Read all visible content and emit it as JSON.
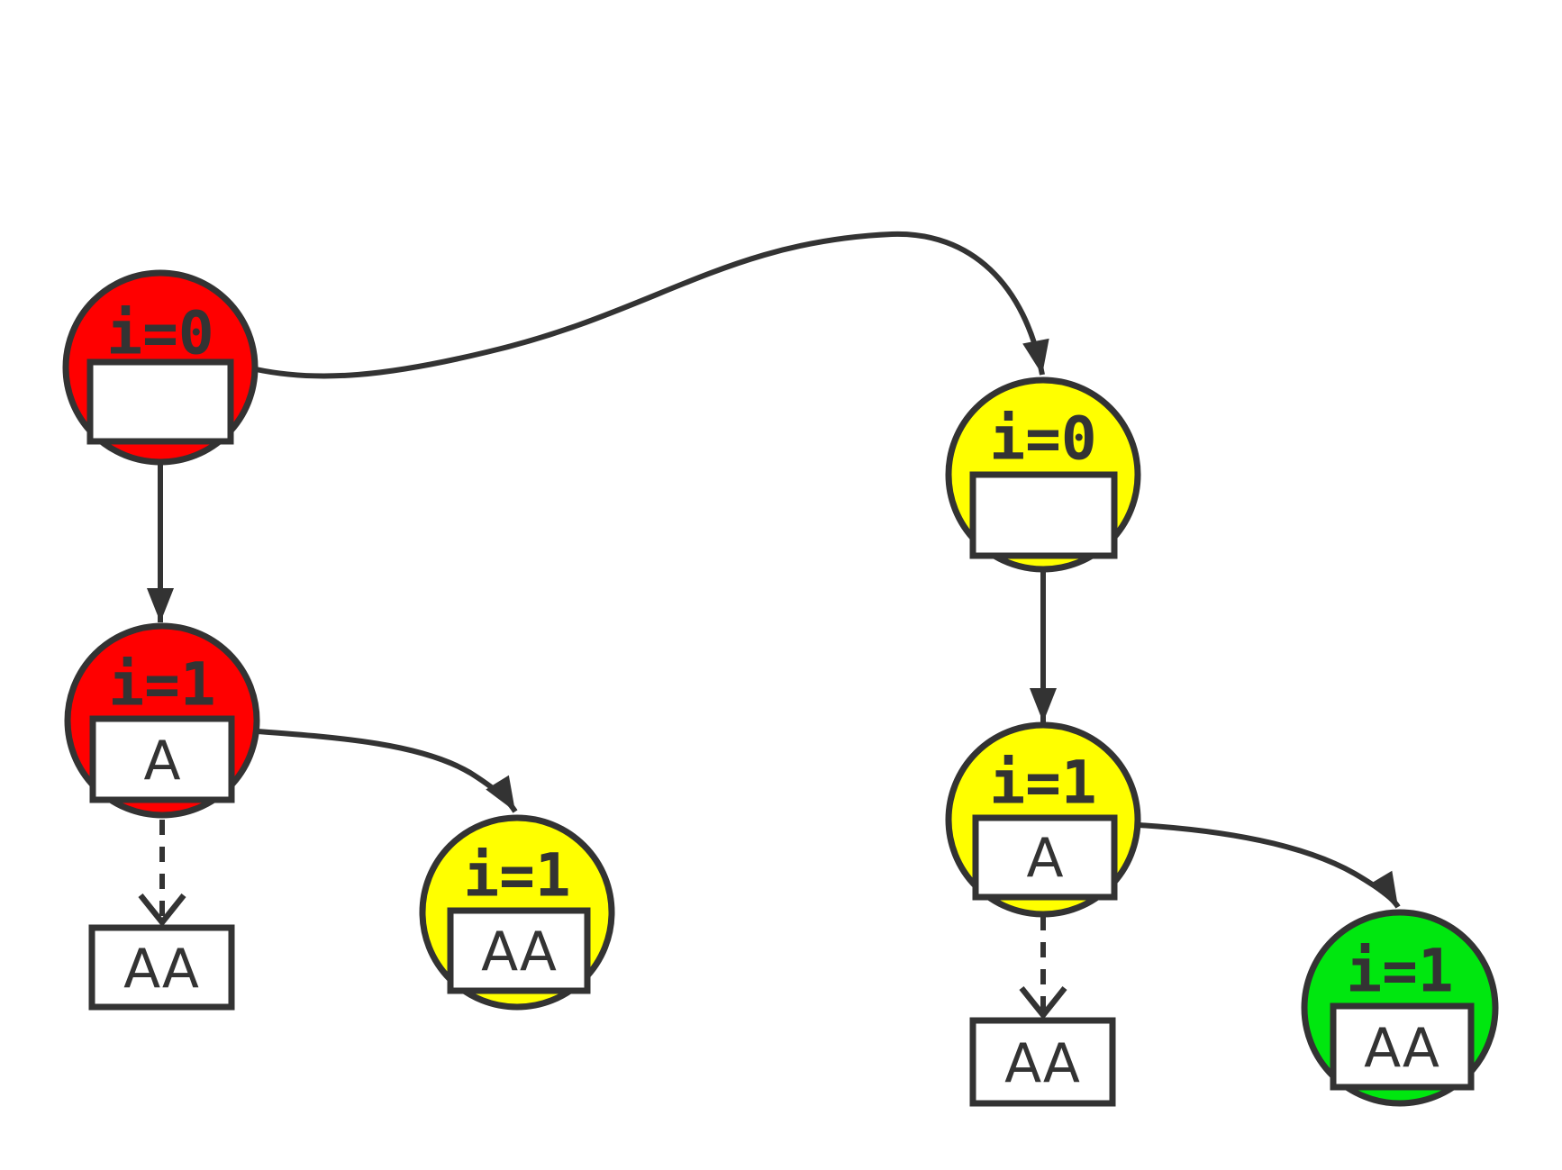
{
  "diagram": {
    "colors": {
      "red": "#ff0000",
      "yellow": "#ffff00",
      "green": "#00e70f",
      "stroke": "#333333",
      "text": "#333333",
      "background": "#ffffff"
    },
    "nodes": [
      {
        "id": "red-i0",
        "label": "i=0",
        "box_text": "",
        "color": "red"
      },
      {
        "id": "red-i1",
        "label": "i=1",
        "box_text": "A",
        "color": "red"
      },
      {
        "id": "yellow-left-i1",
        "label": "i=1",
        "box_text": "AA",
        "color": "yellow"
      },
      {
        "id": "yellow-right-i0",
        "label": "i=0",
        "box_text": "",
        "color": "yellow"
      },
      {
        "id": "yellow-right-i1",
        "label": "i=1",
        "box_text": "A",
        "color": "yellow"
      },
      {
        "id": "green-i1",
        "label": "i=1",
        "box_text": "AA",
        "color": "green"
      }
    ],
    "leaf_boxes": [
      {
        "id": "left-aa",
        "text": "AA"
      },
      {
        "id": "right-aa",
        "text": "AA"
      }
    ],
    "edges": [
      {
        "from": "red-i0",
        "to": "yellow-right-i0",
        "style": "solid-curve"
      },
      {
        "from": "red-i0",
        "to": "red-i1",
        "style": "solid-straight"
      },
      {
        "from": "red-i1",
        "to": "yellow-left-i1",
        "style": "solid-curve"
      },
      {
        "from": "red-i1",
        "to": "left-aa",
        "style": "dashed"
      },
      {
        "from": "yellow-right-i0",
        "to": "yellow-right-i1",
        "style": "solid-straight"
      },
      {
        "from": "yellow-right-i1",
        "to": "green-i1",
        "style": "solid-curve"
      },
      {
        "from": "yellow-right-i1",
        "to": "right-aa",
        "style": "dashed"
      }
    ]
  }
}
